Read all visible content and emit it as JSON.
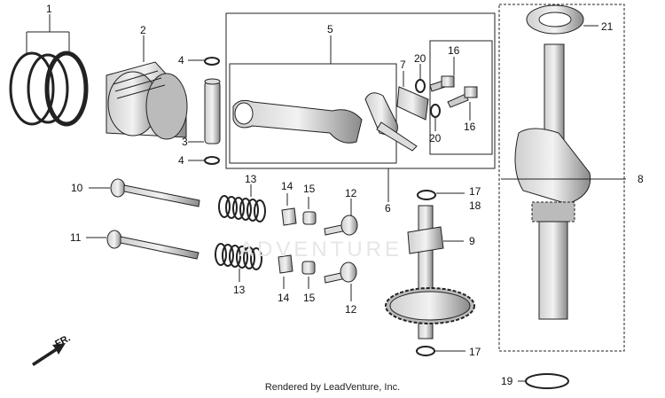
{
  "callouts": {
    "c1": "1",
    "c2": "2",
    "c3": "3",
    "c4a": "4",
    "c4b": "4",
    "c5": "5",
    "c6": "6",
    "c7": "7",
    "c8": "8",
    "c9": "9",
    "c10": "10",
    "c11": "11",
    "c12a": "12",
    "c12b": "12",
    "c13a": "13",
    "c13b": "13",
    "c14a": "14",
    "c14b": "14",
    "c15a": "15",
    "c15b": "15",
    "c16a": "16",
    "c16b": "16",
    "c17a": "17",
    "c17b": "17",
    "c18": "18",
    "c19": "19",
    "c20a": "20",
    "c20b": "20",
    "c21": "21"
  },
  "direction_label": "FR.",
  "watermark": "ADVENTURE",
  "footer": "Rendered by LeadVenture, Inc."
}
